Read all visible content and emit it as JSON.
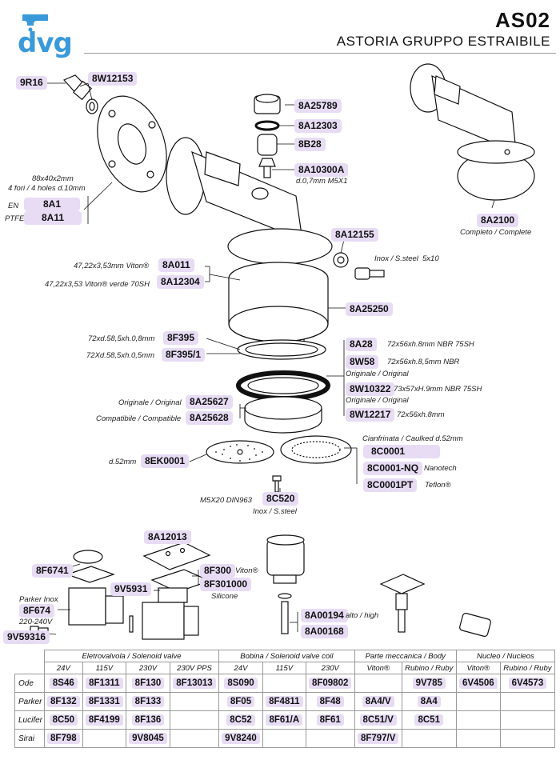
{
  "header": {
    "brand": "dvg",
    "code": "AS02",
    "subtitle": "ASTORIA GRUPPO ESTRAIBILE"
  },
  "parts": {
    "p9R16": "9R16",
    "p8W12153": "8W12153",
    "p8A25789": "8A25789",
    "p8A12303": "8A12303",
    "p8B28": "8B28",
    "p8A10300A": "8A10300A",
    "n_10300": "d.0,7mm M5X1",
    "n_gasket1": "88x40x2mm",
    "n_gasket2": "4 fori / 4 holes d.10mm",
    "n_en": "EN",
    "p8A1": "8A1",
    "n_ptfe": "PTFE",
    "p8A11": "8A11",
    "p8A2100": "8A2100",
    "n_2100": "Completo / Complete",
    "p8A12155": "8A12155",
    "n_inox": "Inox / S.steel",
    "n_5x10": "5x10",
    "n_8A011": "47,22x3,53mm Viton®",
    "p8A011": "8A011",
    "n_8A12304": "47,22x3,53 Viton® verde 70SH",
    "p8A12304": "8A12304",
    "p8A25250": "8A25250",
    "n_8F395": "72xd.58,5xh.0,8mm",
    "p8F395": "8F395",
    "n_8F3951": "72Xd.58,5xh.0,5mm",
    "p8F3951": "8F395/1",
    "p8A28": "8A28",
    "n_8A28": "72x56xh.8mm NBR 75SH",
    "p8W58": "8W58",
    "n_8W58": "72x56xh.8,5mm NBR",
    "n_orig1": "Originale / Original",
    "p8W10322": "8W10322",
    "n_8W10322": "73x57xH.9mm NBR 75SH",
    "n_orig2": "Originale / Original",
    "p8W12217": "8W12217",
    "n_8W12217": "72x56xh.8mm",
    "n_orig3": "Originale / Original",
    "p8A25627": "8A25627",
    "n_compat": "Compatibile / Compatible",
    "p8A25628": "8A25628",
    "n_d52": "d.52mm",
    "p8EK0001": "8EK0001",
    "n_cianf": "Cianfrinata / Caulked d.52mm",
    "p8C0001": "8C0001",
    "p8C0001NQ": "8C0001-NQ",
    "n_nano": "Nanotech",
    "p8C0001PT": "8C0001PT",
    "n_teflon": "Teflon®",
    "n_m5x20": "M5X20 DIN963",
    "p8C520": "8C520",
    "n_inox2": "Inox / S.steel",
    "p8A12013": "8A12013",
    "p8F6741": "8F6741",
    "p8F300": "8F300",
    "n_viton": "Viton®",
    "p8F301000": "8F301000",
    "n_silicone": "Silicone",
    "p9V5931": "9V5931",
    "n_parker": "Parker Inox",
    "p8F674": "8F674",
    "n_220": "220-240V",
    "p9V59316": "9V59316",
    "p8A00194": "8A00194",
    "n_alto": "alto / high",
    "p8A00168": "8A00168"
  },
  "table": {
    "groups": [
      "Eletrovalvola / Solenoid valve",
      "Bobina / Solenoid valve coil",
      "Parte meccanica / Body",
      "Nucleo / Nucleos"
    ],
    "cols": [
      "24V",
      "115V",
      "230V",
      "230V PPS",
      "24V",
      "115V",
      "230V",
      "Viton®",
      "Rubino / Ruby",
      "Viton®",
      "Rubino / Ruby"
    ],
    "rows": [
      {
        "label": "Ode",
        "cells": [
          "8S46",
          "8F1311",
          "8F130",
          "8F13013",
          "8S090",
          "",
          "8F09802",
          "",
          "9V785",
          "6V4506",
          "6V4573"
        ]
      },
      {
        "label": "Parker",
        "cells": [
          "8F132",
          "8F1331",
          "8F133",
          "",
          "8F05",
          "8F4811",
          "8F48",
          "8A4/V",
          "8A4",
          "",
          ""
        ]
      },
      {
        "label": "Lucifer",
        "cells": [
          "8C50",
          "8F4199",
          "8F136",
          "",
          "8C52",
          "8F61/A",
          "8F61",
          "8C51/V",
          "8C51",
          "",
          ""
        ]
      },
      {
        "label": "Sirai",
        "cells": [
          "8F798",
          "",
          "9V8045",
          "",
          "9V8240",
          "",
          "",
          "8F797/V",
          "",
          "",
          ""
        ]
      }
    ]
  }
}
